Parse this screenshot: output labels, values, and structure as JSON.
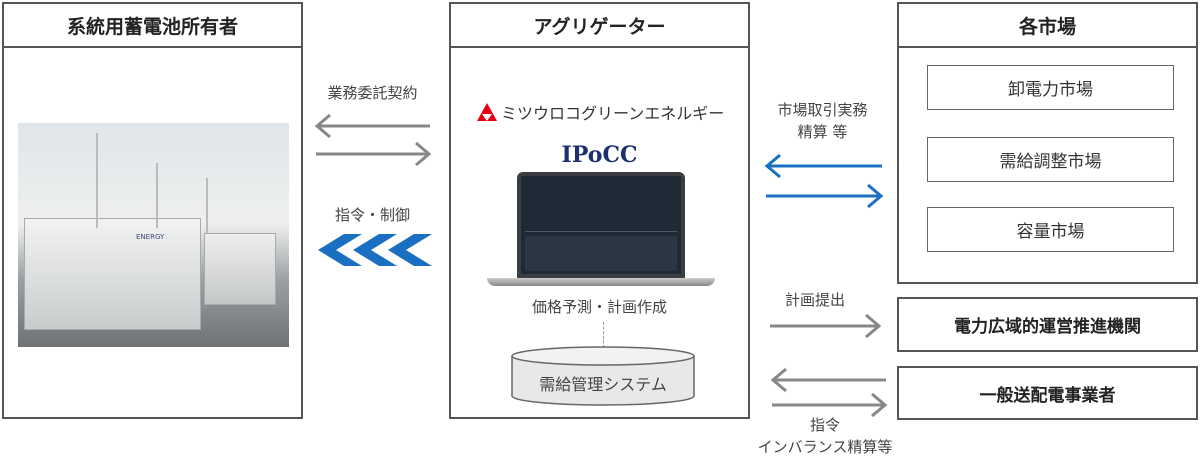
{
  "owner": {
    "title": "系統用蓄電池所有者",
    "image_label": "ENERGY"
  },
  "aggregator": {
    "title": "アグリゲーター",
    "logo": "ミツウロコグリーンエネルギー",
    "product": "IPoCC",
    "caption": "価格予測・計画作成",
    "system": "需給管理システム"
  },
  "markets": {
    "title": "各市場",
    "items": [
      "卸電力市場",
      "需給調整市場",
      "容量市場"
    ]
  },
  "occto": "電力広域的運営推進機関",
  "tso": "一般送配電事業者",
  "arrows": {
    "contract": "業務委託契約",
    "control": "指令・制御",
    "market_line1": "市場取引実務",
    "market_line2": "精算 等",
    "plan": "計画提出",
    "tso_line1": "指令",
    "tso_line2": "インバランス精算等"
  },
  "colors": {
    "blue": "#1a6fc0",
    "gray": "#888888",
    "navy": "#1d2f6f",
    "red": "#e60012"
  }
}
